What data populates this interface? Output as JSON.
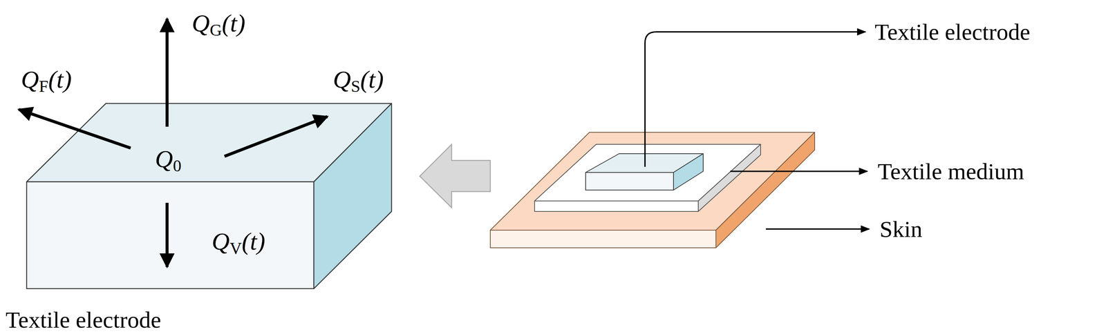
{
  "diagram": {
    "labels": [
      "QG(t)",
      "QF(t)",
      "QS(t)",
      "Q0",
      "QV(t)",
      "Textile electrode",
      "Textile electrode",
      "Textile medium",
      "Skin"
    ]
  }
}
